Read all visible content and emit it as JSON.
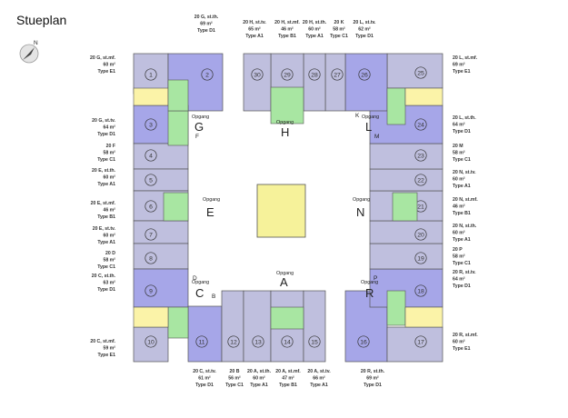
{
  "title": "Stueplan",
  "compass": {
    "letter": "N"
  },
  "blocks": [
    {
      "id": "G",
      "label": "G"
    },
    {
      "id": "H",
      "label": "H"
    },
    {
      "id": "L",
      "label": "L"
    },
    {
      "id": "E",
      "label": "E"
    },
    {
      "id": "N",
      "label": "N"
    },
    {
      "id": "C",
      "label": "C"
    },
    {
      "id": "A",
      "label": "A"
    },
    {
      "id": "R",
      "label": "R"
    }
  ],
  "stair_label": "Opgang",
  "corner_marks": [
    "F",
    "K",
    "M",
    "D",
    "B",
    "P"
  ],
  "colors": {
    "type_a": "#bfbfde",
    "type_b": "#a8e6a2",
    "type_c": "#bfbfde",
    "type_d": "#a6a6e8",
    "type_e": "#bfbfde",
    "type_a_alt": "#bcbce0",
    "extra": "#fbf3a8",
    "court": "#f6f29a"
  },
  "units": [
    {
      "n": "1",
      "l1": "20 G, st.mf.",
      "l2": "60 m²",
      "l3": "Type E1"
    },
    {
      "n": "2",
      "l1": "20 G, st.th.",
      "l2": "69 m²",
      "l3": "Type D1"
    },
    {
      "n": "3",
      "l1": "20 G, st.tv.",
      "l2": "64 m²",
      "l3": "Type D1"
    },
    {
      "n": "4",
      "l1": "20 F",
      "l2": "58 m²",
      "l3": "Type C1"
    },
    {
      "n": "5",
      "l1": "20 E, st.th.",
      "l2": "60 m²",
      "l3": "Type A1"
    },
    {
      "n": "6",
      "l1": "20 E, st.mf.",
      "l2": "46 m²",
      "l3": "Type B1"
    },
    {
      "n": "7",
      "l1": "20 E, st.tv.",
      "l2": "60 m²",
      "l3": "Type A1"
    },
    {
      "n": "8",
      "l1": "20 D",
      "l2": "58 m²",
      "l3": "Type C1"
    },
    {
      "n": "9",
      "l1": "20 C, st.th.",
      "l2": "63 m²",
      "l3": "Type D1"
    },
    {
      "n": "10",
      "l1": "20 C, st.mf.",
      "l2": "59 m²",
      "l3": "Type E1"
    },
    {
      "n": "11",
      "l1": "20 C, st.tv.",
      "l2": "61 m²",
      "l3": "Type D1"
    },
    {
      "n": "12",
      "l1": "20 B",
      "l2": "56 m²",
      "l3": "Type C1"
    },
    {
      "n": "13",
      "l1": "20 A, st.th.",
      "l2": "60 m²",
      "l3": "Type A1"
    },
    {
      "n": "14",
      "l1": "20 A, st.mf.",
      "l2": "47 m²",
      "l3": "Type B1"
    },
    {
      "n": "15",
      "l1": "20 A, st.tv.",
      "l2": "66 m²",
      "l3": "Type A1"
    },
    {
      "n": "16",
      "l1": "20 R, st.th.",
      "l2": "69 m²",
      "l3": "Type D1"
    },
    {
      "n": "17",
      "l1": "20 R, st.mf.",
      "l2": "60 m²",
      "l3": "Type E1"
    },
    {
      "n": "18",
      "l1": "20 R, st.tv.",
      "l2": "64 m²",
      "l3": "Type D1"
    },
    {
      "n": "19",
      "l1": "20 P",
      "l2": "58 m²",
      "l3": "Type C1"
    },
    {
      "n": "20",
      "l1": "20 N, st.th.",
      "l2": "60 m²",
      "l3": "Type A1"
    },
    {
      "n": "21",
      "l1": "20 N, st.mf.",
      "l2": "46 m²",
      "l3": "Type B1"
    },
    {
      "n": "22",
      "l1": "20 N, st.tv.",
      "l2": "60 m²",
      "l3": "Type A1"
    },
    {
      "n": "23",
      "l1": "20 M",
      "l2": "58 m²",
      "l3": "Type C1"
    },
    {
      "n": "24",
      "l1": "20 L, st.th.",
      "l2": "64 m²",
      "l3": "Type D1"
    },
    {
      "n": "25",
      "l1": "20 L, st.mf.",
      "l2": "69 m²",
      "l3": "Type E1"
    },
    {
      "n": "26",
      "l1": "20 L, st.tv.",
      "l2": "62 m²",
      "l3": "Type D1"
    },
    {
      "n": "27",
      "l1": "20 K",
      "l2": "58 m²",
      "l3": "Type C1"
    },
    {
      "n": "28",
      "l1": "20 H, st.th.",
      "l2": "60 m²",
      "l3": "Type A1"
    },
    {
      "n": "29",
      "l1": "20 H, st.mf.",
      "l2": "46 m²",
      "l3": "Type B1"
    },
    {
      "n": "30",
      "l1": "20 H, st.tv.",
      "l2": "65 m²",
      "l3": "Type A1"
    }
  ]
}
